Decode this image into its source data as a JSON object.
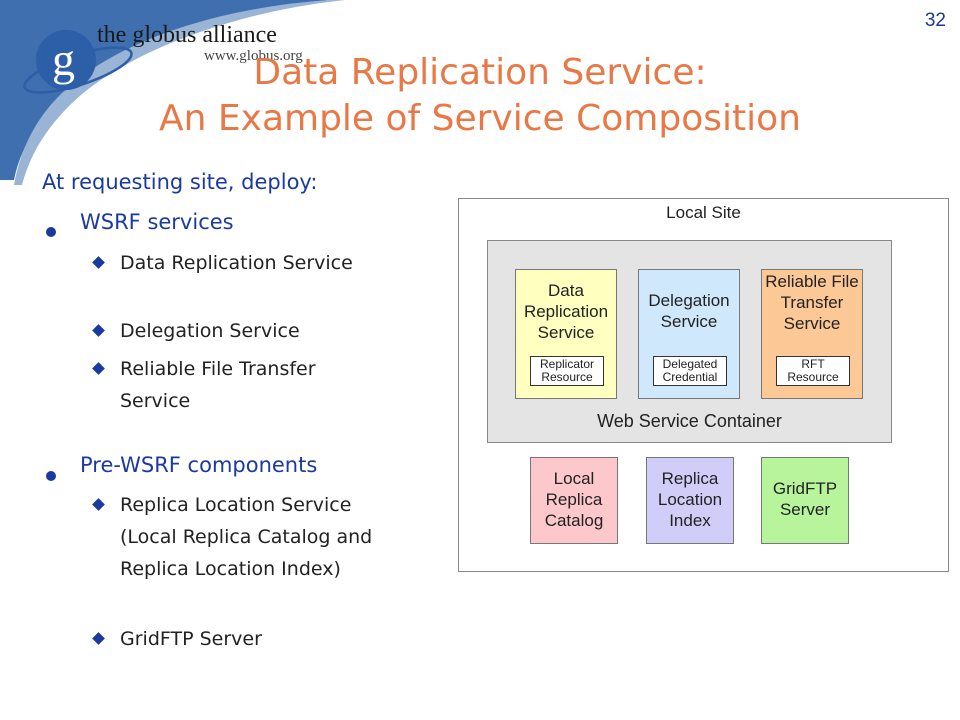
{
  "header": {
    "logo_letter": "g",
    "logo_text": "the globus alliance",
    "logo_url": "www.globus.org",
    "page_number": "32"
  },
  "title": {
    "line1": "Data Replication Service:",
    "line2": "An Example of Service Composition"
  },
  "content": {
    "intro": "At requesting site, deploy:",
    "groups": [
      {
        "label": "WSRF services",
        "items": [
          "Data Replication Service",
          "Delegation Service",
          "Reliable File Transfer Service"
        ]
      },
      {
        "label": "Pre-WSRF components",
        "items": [
          "Replica Location Service (Local Replica Catalog and Replica Location Index)",
          "GridFTP Server"
        ]
      }
    ]
  },
  "diagram": {
    "site_label": "Local Site",
    "container_label": "Web Service Container",
    "services": [
      {
        "label": "Data Replication Service",
        "resource": "Replicator Resource",
        "color": "#ffffc0"
      },
      {
        "label": "Delegation Service",
        "resource": "Delegated Credential",
        "color": "#cfe8fb"
      },
      {
        "label": "Reliable File Transfer Service",
        "resource": "RFT Resource",
        "color": "#fcc896"
      }
    ],
    "components": [
      {
        "label": "Local Replica Catalog",
        "color": "#fcc8cc"
      },
      {
        "label": "Replica Location Index",
        "color": "#d0cef8"
      },
      {
        "label": "GridFTP Server",
        "color": "#b8f49c"
      }
    ]
  },
  "colors": {
    "title": "#e87845",
    "text": "#1a3aa0",
    "swoosh": "#3f6fae"
  }
}
